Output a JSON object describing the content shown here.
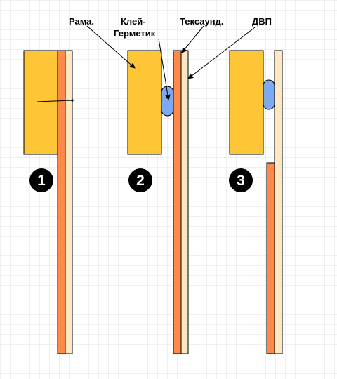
{
  "labels": {
    "frame": "Рама.",
    "sealant_line1": "Клей-",
    "sealant_line2": "Герметик",
    "texound": "Тексаунд.",
    "fiberboard": "ДВП"
  },
  "steps": [
    "1",
    "2",
    "3"
  ],
  "colors": {
    "frame": "#FEC637",
    "texound": "#FE8A4A",
    "fiberboard": "#FEE7C3",
    "sealant": "#7CA9F0",
    "grid": "#D9D9D9",
    "outline": "#000000"
  }
}
